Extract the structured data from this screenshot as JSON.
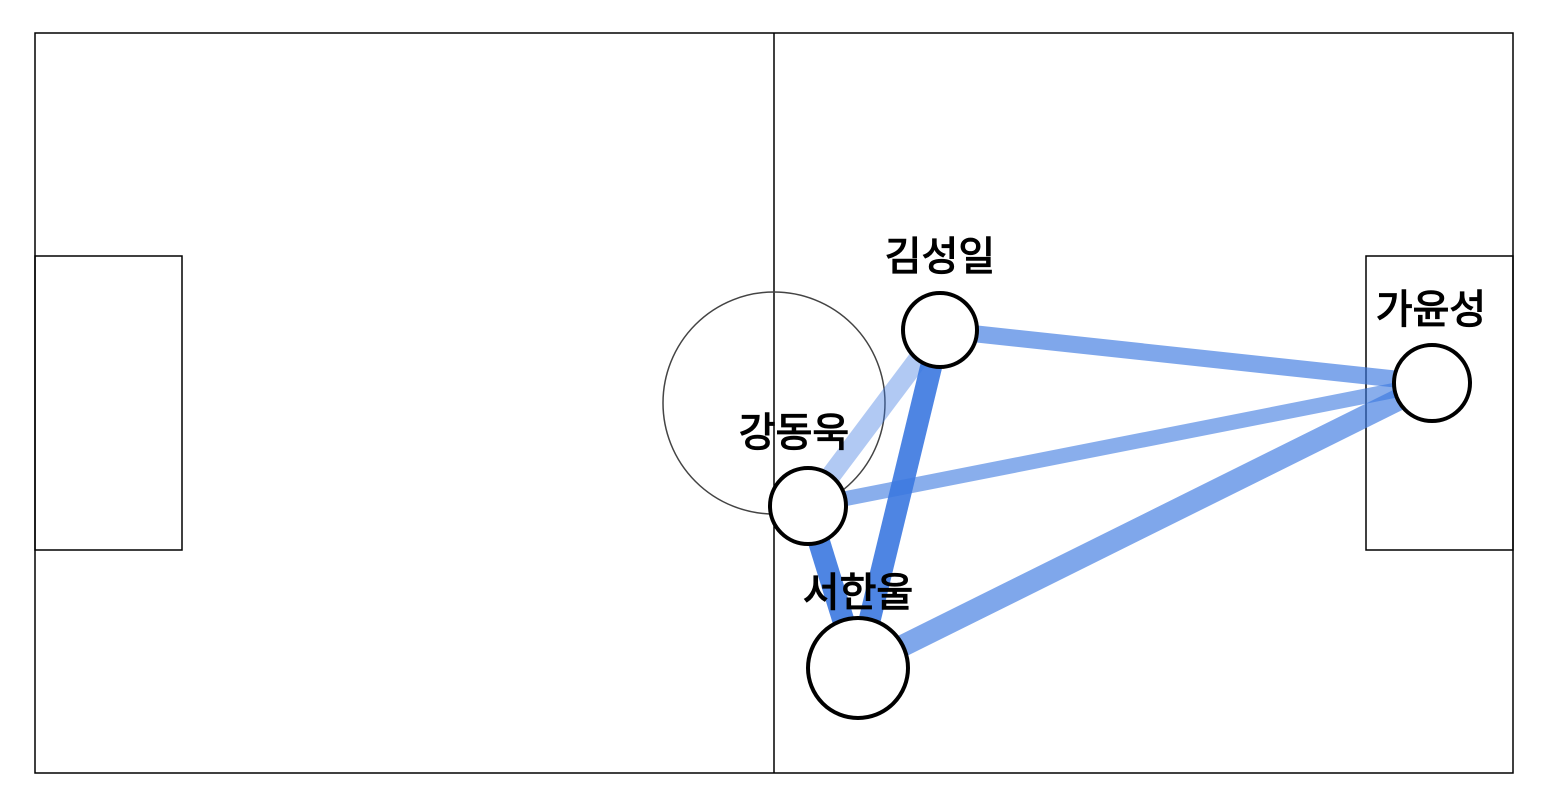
{
  "diagram": {
    "type": "pass-network",
    "edge_color": "#3b78e0",
    "players": [
      {
        "id": "kim",
        "name": "김성일"
      },
      {
        "id": "ga",
        "name": "가윤성"
      },
      {
        "id": "kang",
        "name": "강동욱"
      },
      {
        "id": "seo",
        "name": "서한울"
      }
    ],
    "connections": [
      {
        "from": "kim",
        "to": "ga",
        "opacity": 0.65
      },
      {
        "from": "kim",
        "to": "kang",
        "opacity": 0.4
      },
      {
        "from": "kim",
        "to": "seo",
        "opacity": 0.9
      },
      {
        "from": "kang",
        "to": "ga",
        "opacity": 0.6
      },
      {
        "from": "kang",
        "to": "seo",
        "opacity": 0.9
      },
      {
        "from": "seo",
        "to": "ga",
        "opacity": 0.65
      }
    ]
  }
}
